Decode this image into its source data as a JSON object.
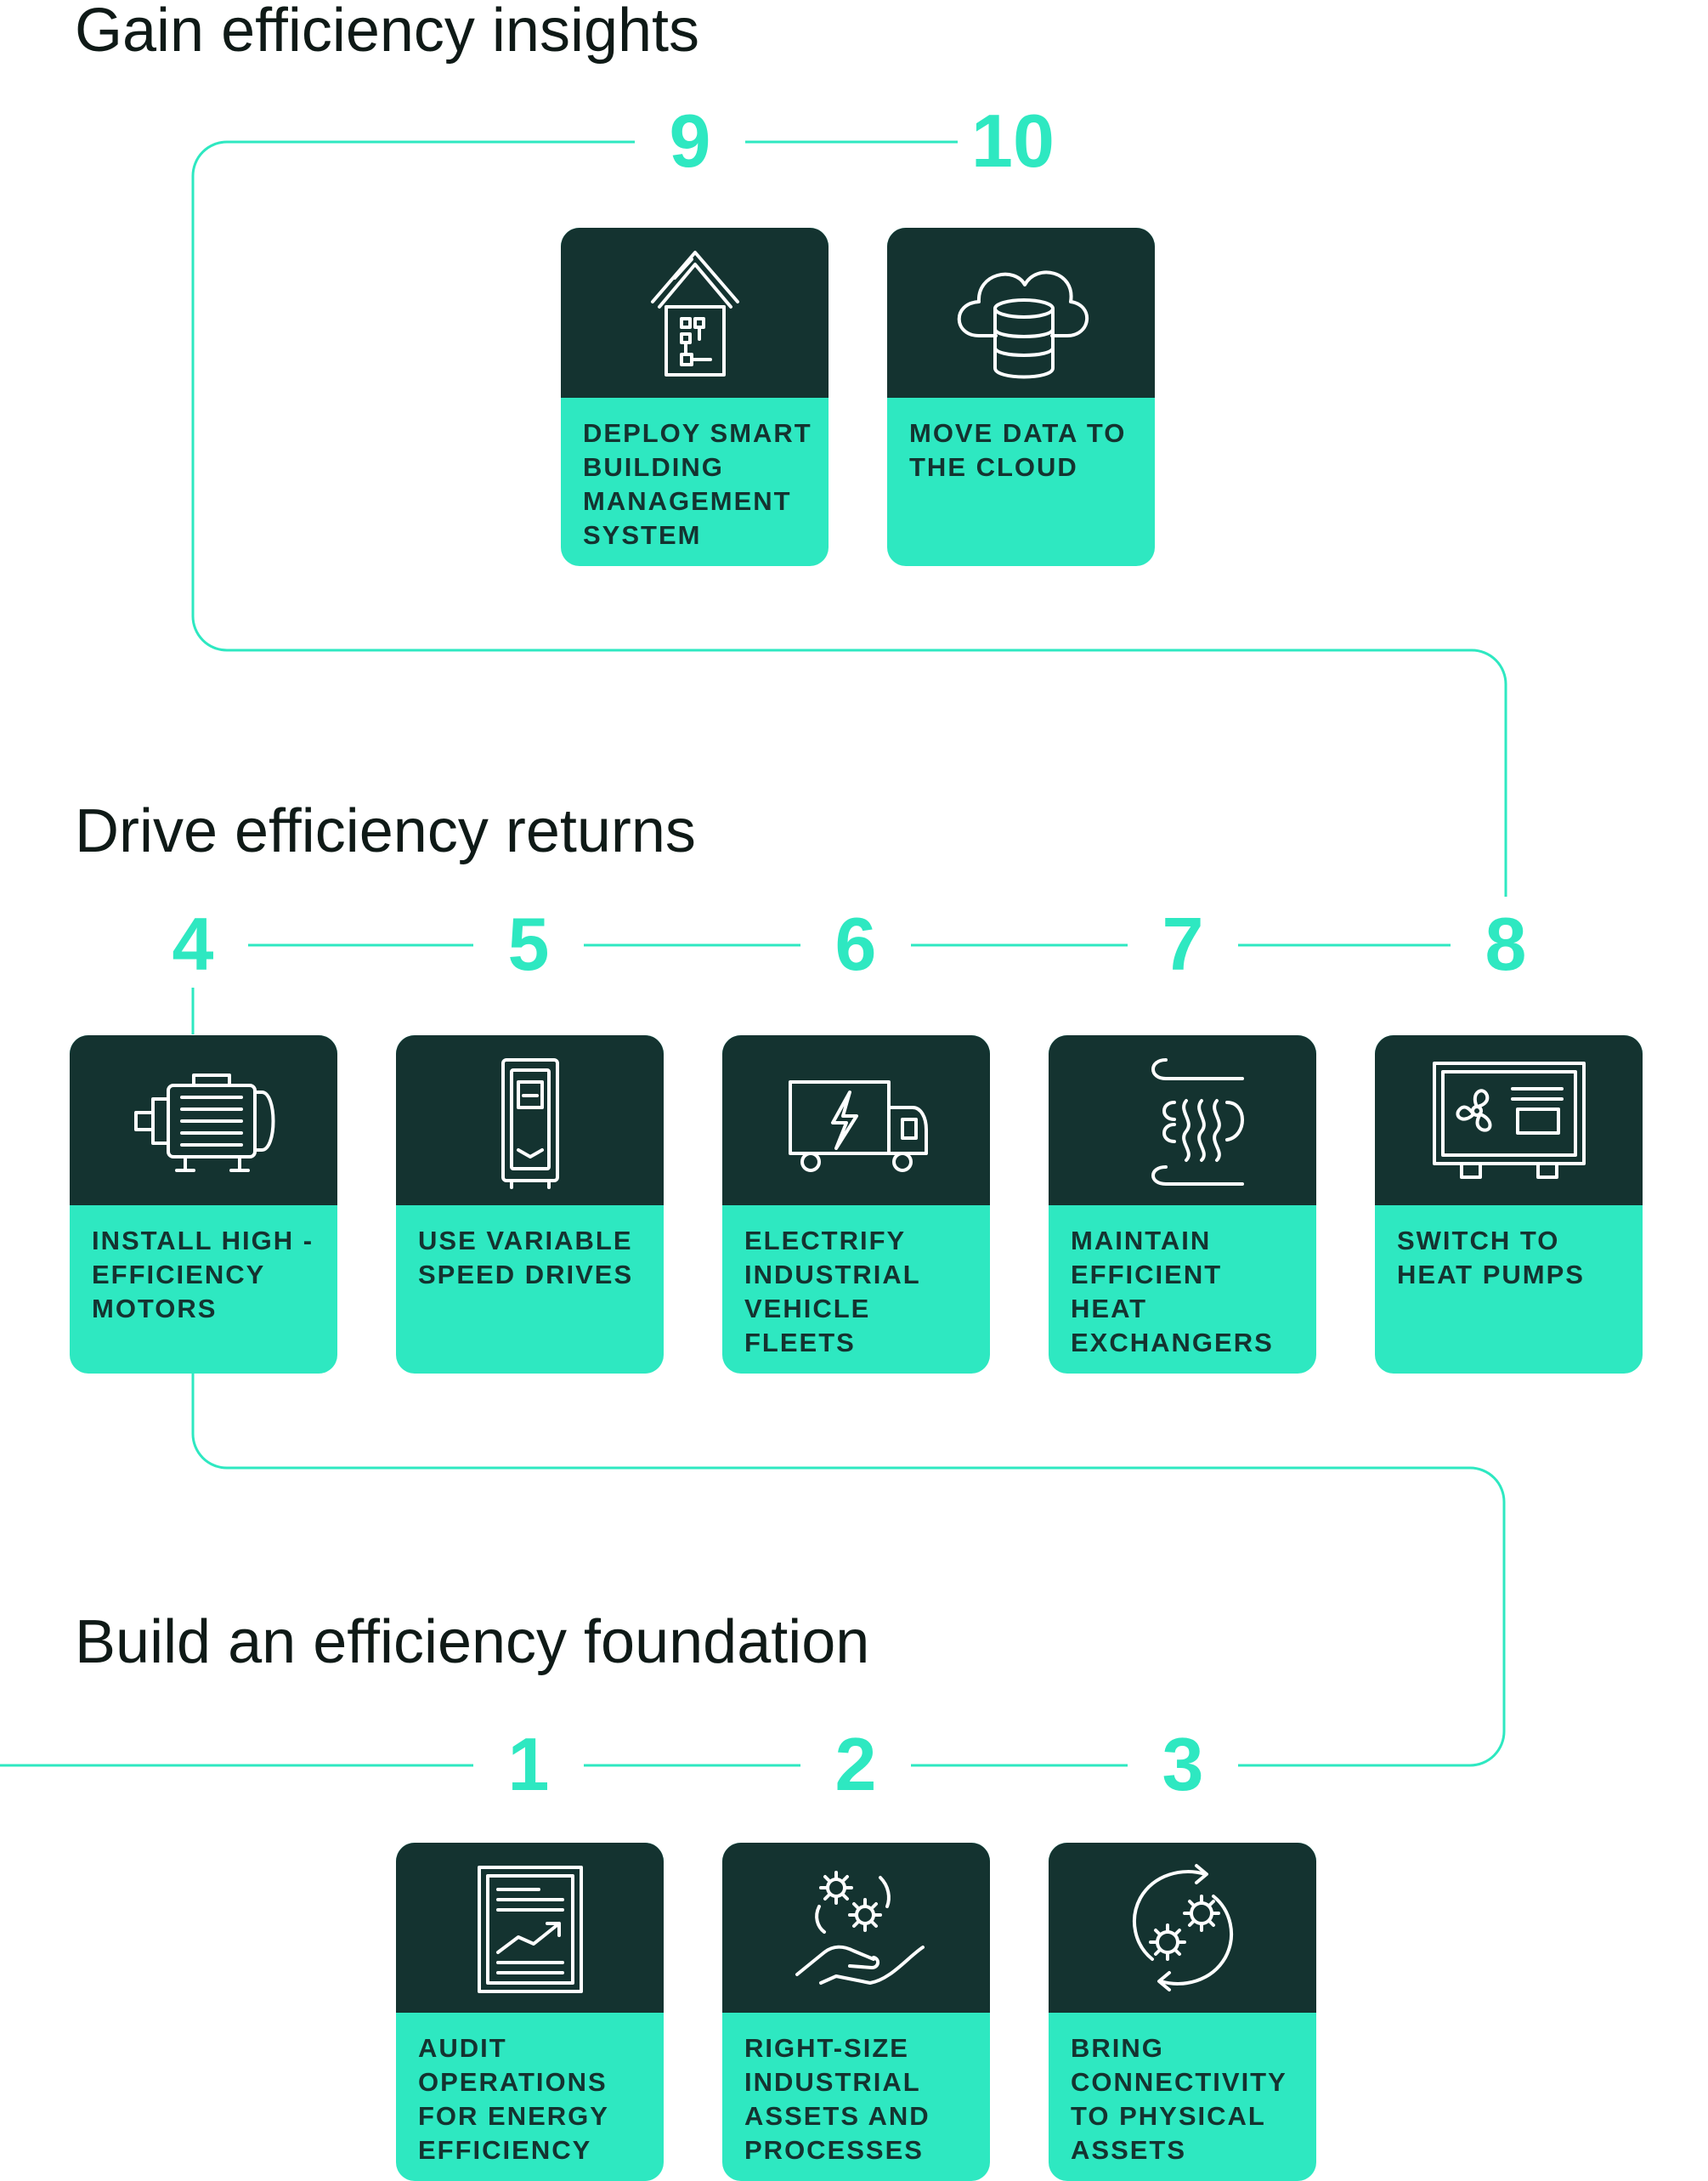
{
  "colors": {
    "accent": "#2ee8c1",
    "dark": "#143330",
    "text": "#0f1a17",
    "background": "#ffffff"
  },
  "sections": {
    "insights": "Gain efficiency insights",
    "returns": "Drive efficiency returns",
    "foundation": "Build an efficiency foundation"
  },
  "steps": [
    {
      "number": "1",
      "label": "AUDIT OPERATIONS FOR ENERGY EFFICIENCY",
      "icon": "report-chart-icon"
    },
    {
      "number": "2",
      "label": "RIGHT-SIZE INDUSTRIAL ASSETS AND PROCESSES",
      "icon": "hand-gears-icon"
    },
    {
      "number": "3",
      "label": "BRING CONNECTIVITY TO PHYSICAL ASSETS",
      "icon": "gears-cycle-icon"
    },
    {
      "number": "4",
      "label": "INSTALL HIGH -EFFICIENCY MOTORS",
      "icon": "motor-icon"
    },
    {
      "number": "5",
      "label": "USE VARIABLE SPEED DRIVES",
      "icon": "drive-cabinet-icon"
    },
    {
      "number": "6",
      "label": "ELECTRIFY INDUSTRIAL VEHICLE FLEETS",
      "icon": "electric-truck-icon"
    },
    {
      "number": "7",
      "label": "MAINTAIN EFFICIENT HEAT EXCHANGERS",
      "icon": "heat-waves-icon"
    },
    {
      "number": "8",
      "label": "SWITCH TO HEAT PUMPS",
      "icon": "heat-pump-icon"
    },
    {
      "number": "9",
      "label": "DEPLOY SMART BUILDING MANAGEMENT SYSTEM",
      "icon": "smart-building-icon"
    },
    {
      "number": "10",
      "label": "MOVE DATA TO THE CLOUD",
      "icon": "cloud-database-icon"
    }
  ]
}
